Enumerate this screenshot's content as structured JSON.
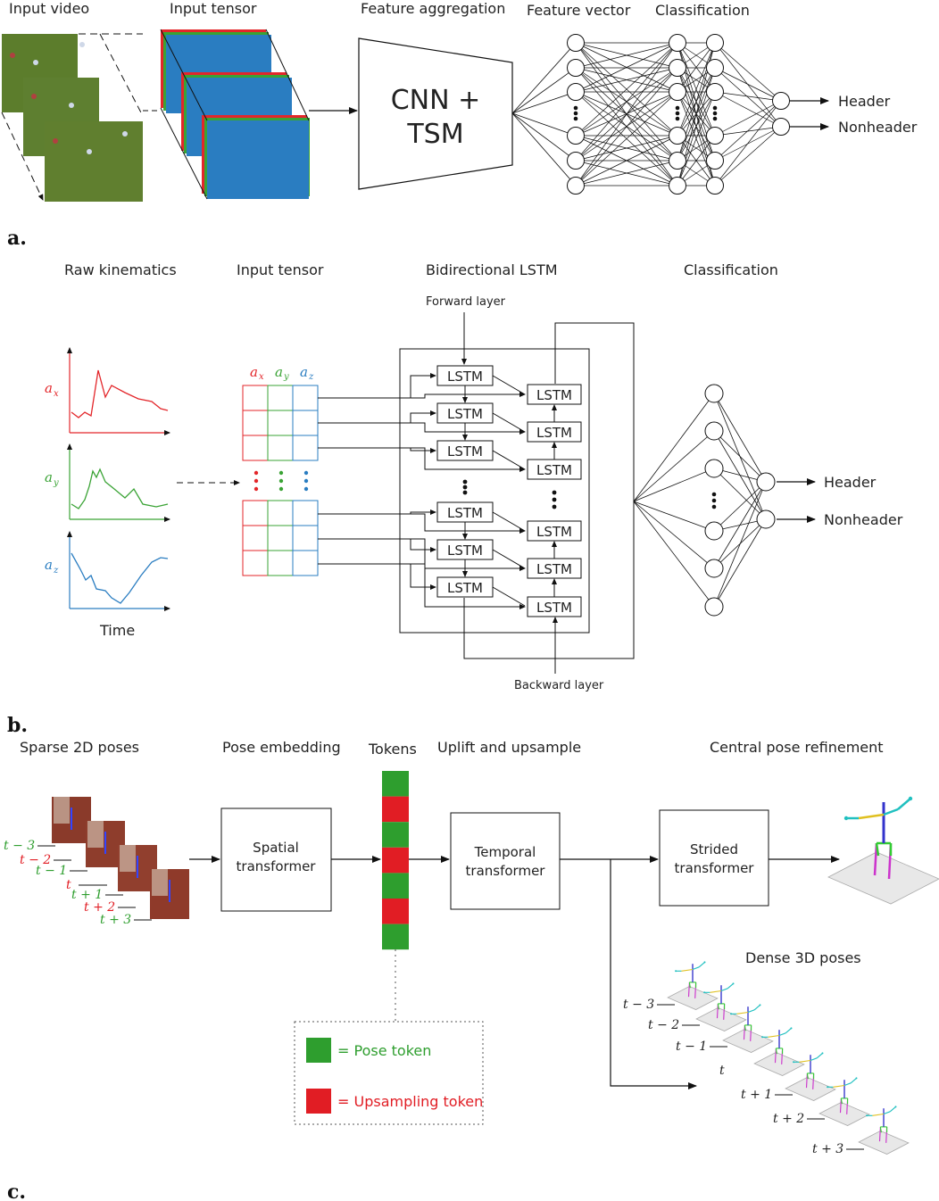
{
  "panel_a": {
    "label": "a.",
    "stages": [
      "Input video",
      "Input tensor",
      "Feature aggregation",
      "Feature vector",
      "Classification"
    ],
    "model_line1": "CNN +",
    "model_line2": "TSM",
    "outputs": [
      "Header",
      "Nonheader"
    ]
  },
  "panel_b": {
    "label": "b.",
    "stages": [
      "Raw kinematics",
      "Input tensor",
      "Bidirectional LSTM",
      "Classification"
    ],
    "forward_layer": "Forward layer",
    "backward_layer": "Backward layer",
    "signals": {
      "ax": "a",
      "ay": "a",
      "az": "a",
      "sub_x": "x",
      "sub_y": "y",
      "sub_z": "z"
    },
    "time_label": "Time",
    "lstm_label": "LSTM",
    "outputs": [
      "Header",
      "Nonheader"
    ],
    "colors": {
      "x": "#e3262a",
      "y": "#3aa335",
      "z": "#2a7dc1"
    }
  },
  "panel_c": {
    "label": "c.",
    "stages": [
      "Sparse 2D poses",
      "Pose embedding",
      "Tokens",
      "Uplift and upsample",
      "Central pose refinement"
    ],
    "spatial": [
      "Spatial",
      "transformer"
    ],
    "temporal": [
      "Temporal",
      "transformer"
    ],
    "strided": [
      "Strided",
      "transformer"
    ],
    "dense_label": "Dense 3D poses",
    "sparse_times": [
      "t − 3",
      "t − 2",
      "t − 1",
      "t",
      "t + 1",
      "t + 2",
      "t + 3"
    ],
    "dense_times": [
      "t − 3",
      "t − 2",
      "t − 1",
      "t",
      "t + 1",
      "t + 2",
      "t + 3"
    ],
    "legend": {
      "pose": "= Pose token",
      "upsampling": "= Upsampling token"
    },
    "colors": {
      "pose": "#2e9e2e",
      "upsampling": "#e11d24"
    }
  }
}
